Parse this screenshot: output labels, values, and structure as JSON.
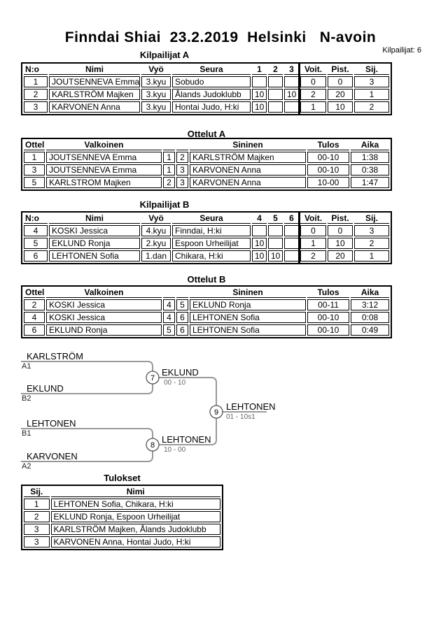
{
  "page": {
    "title": "Finndai Shiai  23.2.2019  Helsinki   N-avoin",
    "competitors_label": "Kilpailijat: 6"
  },
  "pool_a": {
    "title": "Kilpailijat A",
    "headers": {
      "no": "N:o",
      "name": "Nimi",
      "belt": "Vyö",
      "club": "Seura",
      "r1": "1",
      "r2": "2",
      "r3": "3",
      "wins": "Voit.",
      "points": "Pist.",
      "place": "Sij."
    },
    "rows": [
      {
        "no": "1",
        "name": "JOUTSENNEVA Emma",
        "belt": "3.kyu",
        "club": "Sobudo",
        "r1": "",
        "r2": "",
        "r3": "",
        "wins": "0",
        "points": "0",
        "place": "3"
      },
      {
        "no": "2",
        "name": "KARLSTRÖM Majken",
        "belt": "3.kyu",
        "club": "Ålands Judoklubb",
        "r1": "10",
        "r2": "",
        "r3": "10",
        "wins": "2",
        "points": "20",
        "place": "1"
      },
      {
        "no": "3",
        "name": "KARVONEN Anna",
        "belt": "3.kyu",
        "club": "Hontai Judo, H:ki",
        "r1": "10",
        "r2": "",
        "r3": "",
        "wins": "1",
        "points": "10",
        "place": "2"
      }
    ]
  },
  "matches_a": {
    "title": "Ottelut A",
    "headers": {
      "match": "Ottelu",
      "white": "Valkoinen",
      "blue": "Sininen",
      "result": "Tulos",
      "time": "Aika"
    },
    "rows": [
      {
        "match": "1",
        "white": "JOUTSENNEVA Emma",
        "white_no": "1",
        "blue_no": "2",
        "blue": "KARLSTRÖM Majken",
        "result": "00-10",
        "time": "1:38"
      },
      {
        "match": "3",
        "white": "JOUTSENNEVA Emma",
        "white_no": "1",
        "blue_no": "3",
        "blue": "KARVONEN Anna",
        "result": "00-10",
        "time": "0:38"
      },
      {
        "match": "5",
        "white": "KARLSTROM Majken",
        "white_no": "2",
        "blue_no": "3",
        "blue": "KARVONEN Anna",
        "result": "10-00",
        "time": "1:47"
      }
    ]
  },
  "pool_b": {
    "title": "Kilpailijat B",
    "headers": {
      "no": "N:o",
      "name": "Nimi",
      "belt": "Vyö",
      "club": "Seura",
      "r1": "4",
      "r2": "5",
      "r3": "6",
      "wins": "Voit.",
      "points": "Pist.",
      "place": "Sij."
    },
    "rows": [
      {
        "no": "4",
        "name": "KOSKI Jessica",
        "belt": "4.kyu",
        "club": "Finndai, H:ki",
        "r1": "",
        "r2": "",
        "r3": "",
        "wins": "0",
        "points": "0",
        "place": "3"
      },
      {
        "no": "5",
        "name": "EKLUND Ronja",
        "belt": "2.kyu",
        "club": "Espoon Urheilijat",
        "r1": "10",
        "r2": "",
        "r3": "",
        "wins": "1",
        "points": "10",
        "place": "2"
      },
      {
        "no": "6",
        "name": "LEHTONEN Sofia",
        "belt": "1.dan",
        "club": "Chikara, H:ki",
        "r1": "10",
        "r2": "10",
        "r3": "",
        "wins": "2",
        "points": "20",
        "place": "1"
      }
    ]
  },
  "matches_b": {
    "title": "Ottelut B",
    "headers": {
      "match": "Ottelu",
      "white": "Valkoinen",
      "blue": "Sininen",
      "result": "Tulos",
      "time": "Aika"
    },
    "rows": [
      {
        "match": "2",
        "white": "KOSKI Jessica",
        "white_no": "4",
        "blue_no": "5",
        "blue": "EKLUND Ronja",
        "result": "00-11",
        "time": "3:12"
      },
      {
        "match": "4",
        "white": "KOSKI Jessica",
        "white_no": "4",
        "blue_no": "6",
        "blue": "LEHTONEN Sofia",
        "result": "00-10",
        "time": "0:08"
      },
      {
        "match": "6",
        "white": "EKLUND Ronja",
        "white_no": "5",
        "blue_no": "6",
        "blue": "LEHTONEN Sofia",
        "result": "00-10",
        "time": "0:49"
      }
    ]
  },
  "bracket": {
    "slots": [
      {
        "name": "KARLSTRÖM",
        "seed": "A1"
      },
      {
        "name": "EKLUND",
        "seed": "B2"
      },
      {
        "name": "LEHTONEN",
        "seed": "B1"
      },
      {
        "name": "KARVONEN",
        "seed": "A2"
      }
    ],
    "matches": [
      {
        "number": "7",
        "winner": "EKLUND",
        "score": "00 - 10"
      },
      {
        "number": "8",
        "winner": "LEHTONEN",
        "score": "10 - 00"
      },
      {
        "number": "9",
        "winner": "LEHTONEN",
        "score": "01 - 10s1"
      }
    ]
  },
  "results": {
    "title": "Tulokset",
    "headers": {
      "place": "Sij.",
      "name": "Nimi"
    },
    "rows": [
      {
        "place": "1",
        "name": "LEHTONEN Sofia, Chikara, H:ki"
      },
      {
        "place": "2",
        "name": "EKLUND Ronja, Espoon Urheilijat"
      },
      {
        "place": "3",
        "name": "KARLSTRÖM Majken, Ålands Judoklubb"
      },
      {
        "place": "3",
        "name": "KARVONEN Anna, Hontai Judo, H:ki"
      }
    ]
  },
  "colors": {
    "bracket_line": "#999999",
    "circle_stroke": "#555555",
    "score_text": "#666666",
    "text": "#000000"
  }
}
